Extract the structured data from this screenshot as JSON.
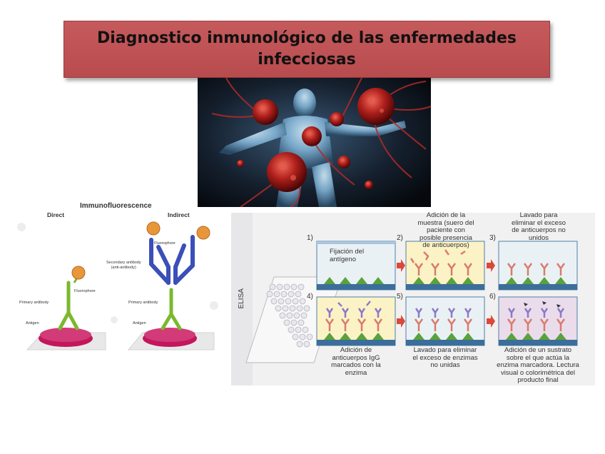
{
  "title": {
    "line1": "Diagnostico inmunológico de las enfermedades",
    "line2": "infecciosas"
  },
  "immunofluorescence": {
    "heading": "Immunofluorescence",
    "direct": {
      "label": "Direct",
      "fluorophore": "Fluorophore",
      "primary_antibody": "Primary antibody",
      "antigen": "Antigen"
    },
    "indirect": {
      "label": "Indirect",
      "fluorophore": "Fluorophore",
      "secondary_antibody_1": "Secondary antibody",
      "secondary_antibody_2": "(anti-antibody)",
      "primary_antibody": "Primary antibody",
      "antigen": "Antigen"
    }
  },
  "elisa": {
    "side_label": "ELISA",
    "steps": [
      {
        "num": "1)",
        "lines": [
          "Fijación del",
          "antígeno"
        ]
      },
      {
        "num": "2)",
        "lines": [
          "Adición de la",
          "muestra (suero del",
          "paciente con",
          "posible presencia",
          "de anticuerpos)"
        ]
      },
      {
        "num": "3)",
        "lines": [
          "Lavado para",
          "eliminar el exceso",
          "de anticuerpos no",
          "unidos"
        ]
      },
      {
        "num": "4)",
        "lines": [
          "Adición de",
          "anticuerpos IgG",
          "marcados con la",
          "enzima"
        ]
      },
      {
        "num": "5)",
        "lines": [
          "Lavado para eliminar",
          "el exceso de enzimas",
          "no unidas"
        ]
      },
      {
        "num": "6)",
        "lines": [
          "Adición de un sustrato",
          "sobre el que actúa la",
          "enzima marcadora. Lectura",
          "visual o colorimétrica del",
          "producto final"
        ]
      }
    ]
  },
  "colors": {
    "title_bg": "#c0555a",
    "antigen": "#c2185b",
    "primary_antibody": "#7cb82f",
    "secondary_antibody": "#3b4fb8",
    "fluorophore": "#e8963a"
  }
}
